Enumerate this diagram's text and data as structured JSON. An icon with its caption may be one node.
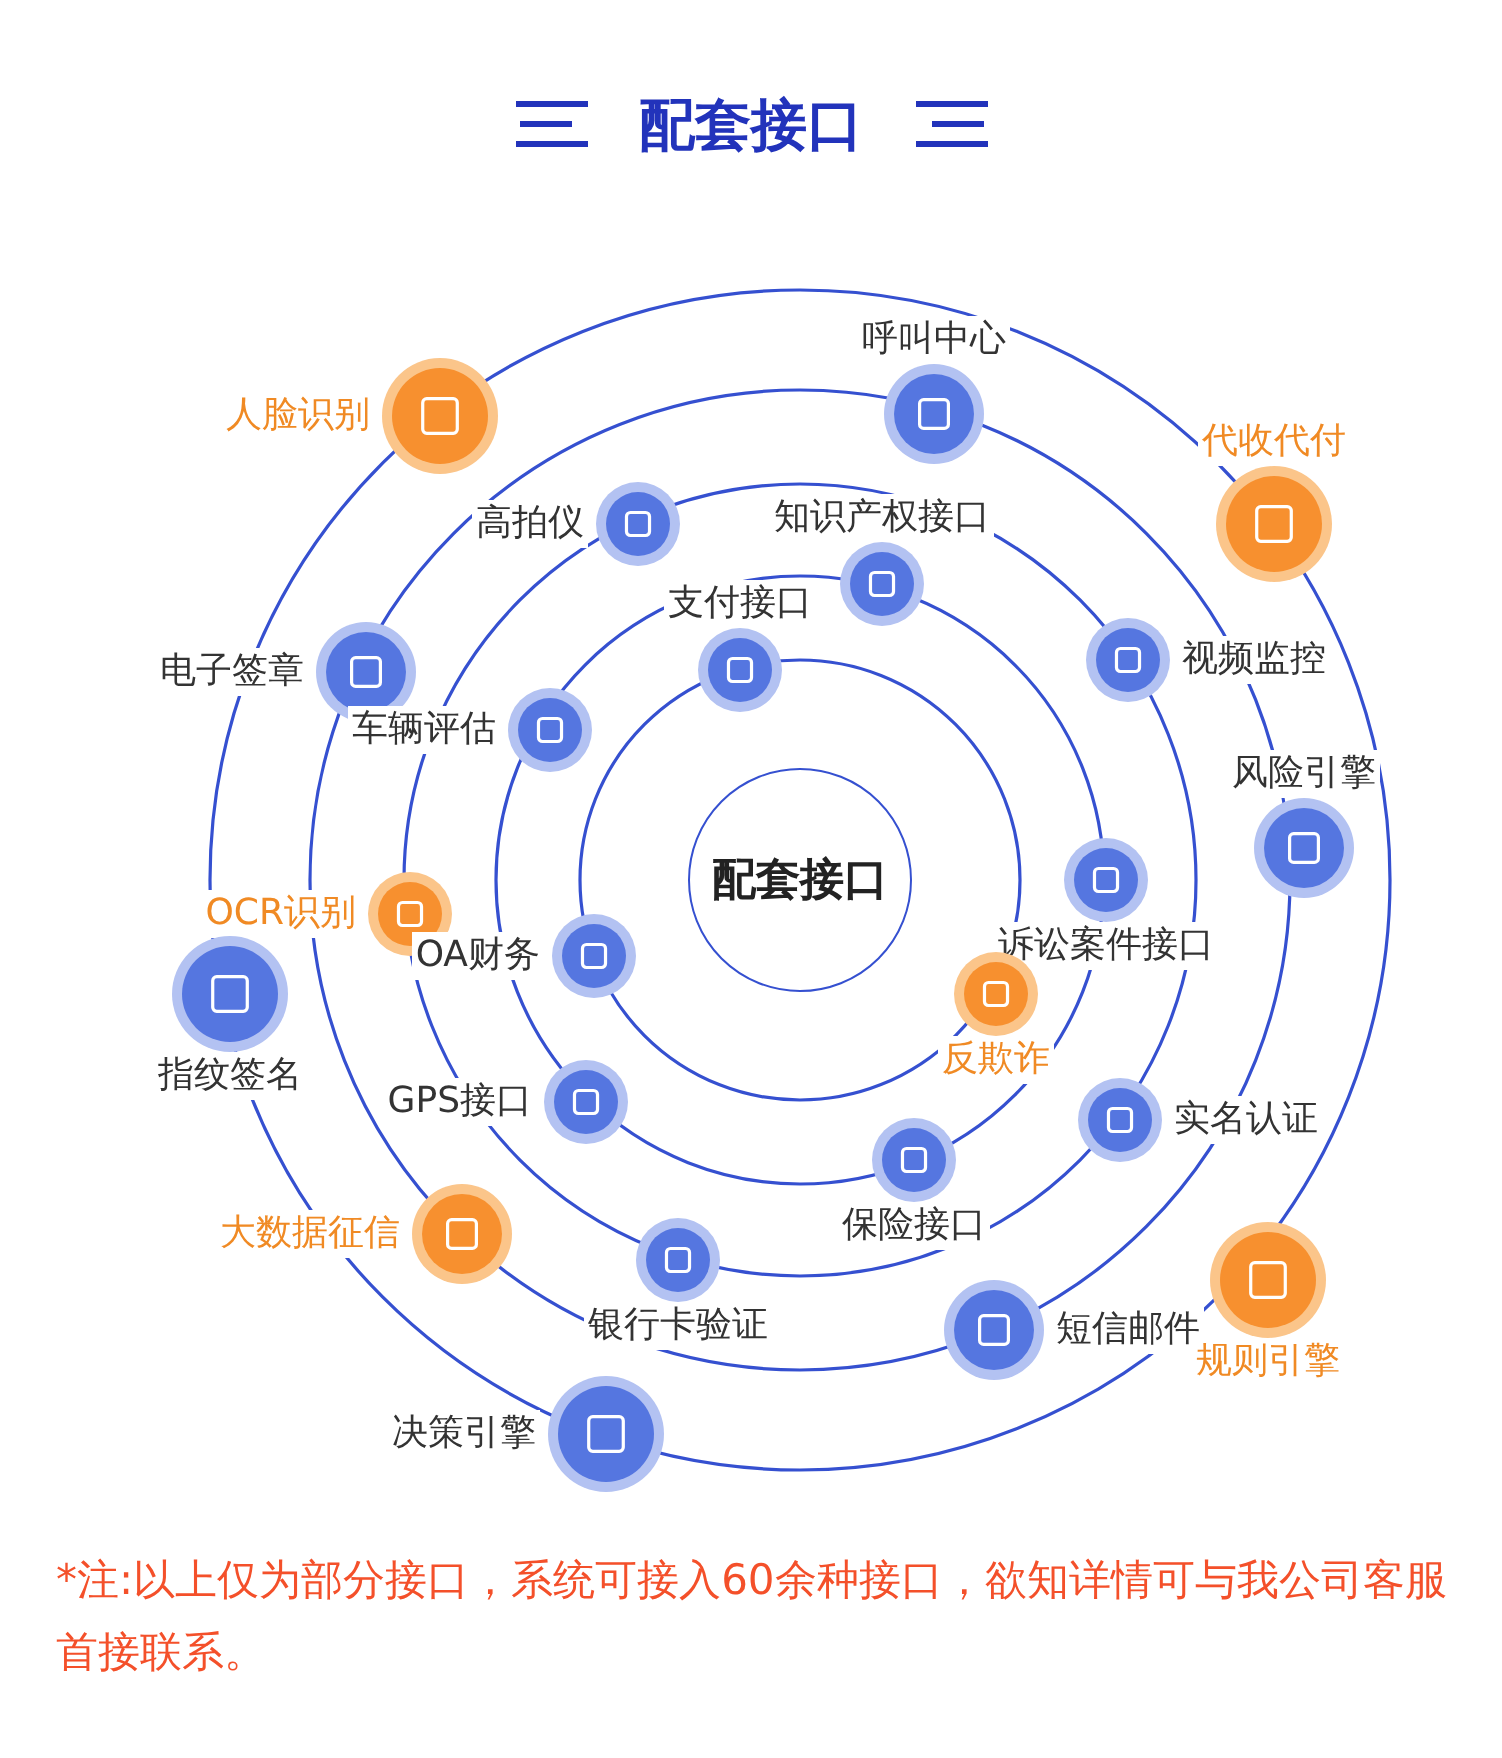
{
  "diagram": {
    "title": "配套接口",
    "nodes": [
      {
        "text": [
          "配套接口"
        ]
      },
      {
        "text": [
          "呼叫中心"
        ]
      },
      {
        "text": [
          "人脸识别"
        ]
      },
      {
        "text": [
          "代收代付"
        ]
      },
      {
        "text": [
          "高拍仪"
        ]
      },
      {
        "text": [
          "知识产权接口"
        ]
      },
      {
        "text": [
          "支付接口"
        ]
      },
      {
        "text": [
          "视频监控"
        ]
      },
      {
        "text": [
          "电子签章"
        ]
      },
      {
        "text": [
          "车辆评估"
        ]
      },
      {
        "text": [
          "风险引擎"
        ]
      },
      {
        "text": [
          "OCR识别"
        ]
      },
      {
        "text": [
          "诉讼案件接口"
        ]
      },
      {
        "text": [
          "指纹签名"
        ]
      },
      {
        "text": [
          "OA财务"
        ]
      },
      {
        "text": [
          "反欺诈"
        ]
      },
      {
        "text": [
          "GPS接口"
        ]
      },
      {
        "text": [
          "实名认证"
        ]
      },
      {
        "text": [
          "保险接口"
        ]
      },
      {
        "text": [
          "大数据征信"
        ]
      },
      {
        "text": [
          "银行卡验证"
        ]
      },
      {
        "text": [
          "短信邮件"
        ]
      },
      {
        "text": [
          "规则引擎"
        ]
      },
      {
        "text": [
          "决策引擎"
        ]
      }
    ],
    "edges": [],
    "caption": "*注:以上仅为部分接口，系统可接入60余种接口，欲知详情可与我公司客服首接联系。"
  }
}
